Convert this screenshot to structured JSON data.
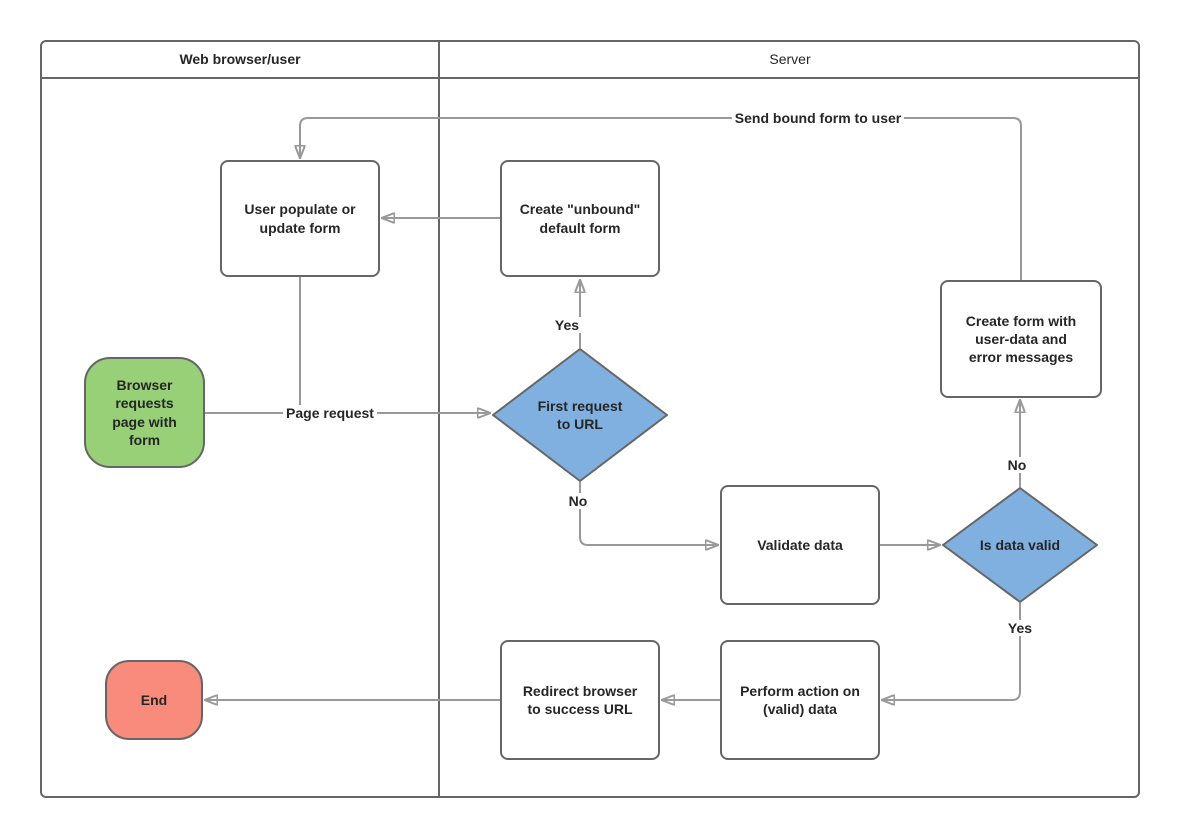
{
  "diagram": {
    "lanes": [
      {
        "title": "Web browser/user"
      },
      {
        "title": "Server"
      }
    ],
    "nodes": {
      "user_populate": {
        "label": "User populate or\nupdate form",
        "type": "process"
      },
      "create_unbound": {
        "label": "Create \"unbound\"\ndefault form",
        "type": "process"
      },
      "first_request": {
        "label": "First request\nto URL",
        "type": "decision"
      },
      "browser_requests": {
        "label": "Browser\nrequests\npage with\nform",
        "type": "start"
      },
      "validate_data": {
        "label": "Validate data",
        "type": "process"
      },
      "is_data_valid": {
        "label": "Is data valid",
        "type": "decision"
      },
      "create_bound": {
        "label": "Create form with\nuser-data and\nerror messages",
        "type": "process"
      },
      "perform_action": {
        "label": "Perform action on\n(valid) data",
        "type": "process"
      },
      "redirect_browser": {
        "label": "Redirect browser\nto success URL",
        "type": "process"
      },
      "end": {
        "label": "End",
        "type": "terminator"
      }
    },
    "edge_labels": {
      "send_bound": "Send bound form to user",
      "page_request": "Page request",
      "first_yes": "Yes",
      "first_no": "No",
      "valid_no": "No",
      "valid_yes": "Yes"
    },
    "colors": {
      "decision_fill": "#7FB0E0",
      "start_fill": "#97D077",
      "end_fill": "#F98B7C",
      "node_border": "#666666",
      "edge": "#999999",
      "text": "#262626"
    }
  }
}
